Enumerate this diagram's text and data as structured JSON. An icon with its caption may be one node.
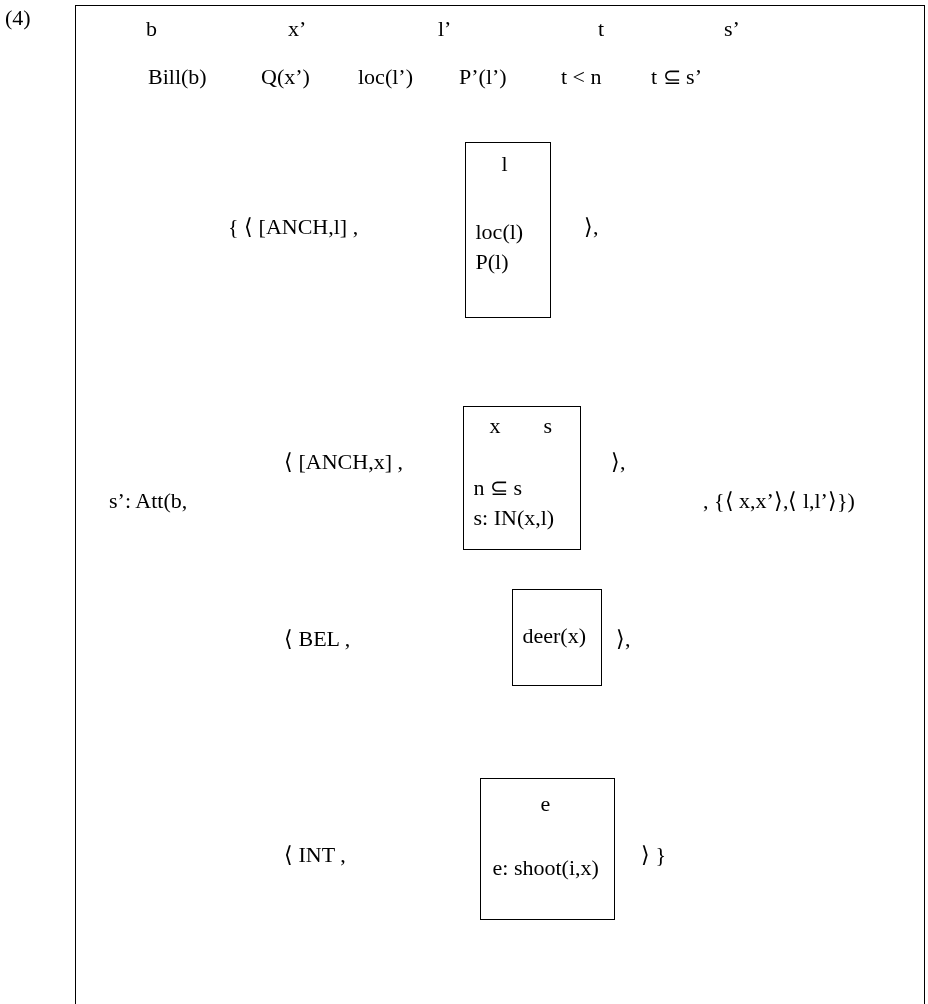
{
  "diagram": {
    "nodes": [
      {
        "text": [
          "b",
          "x’",
          "l’",
          "t",
          "s’",
          "Bill(b)",
          "Q(x’)",
          "loc(l’)",
          "P’(l’)",
          "t < n",
          "t ⊆ s’",
          "{ ⟨ [ANCH,l] ,",
          "⟩,",
          "⟨ [ANCH,x] ,",
          "⟩,",
          "s’: Att(b,",
          ", {⟨ x,x’⟩,⟨ l,l’⟩})",
          "⟨ BEL ,",
          "⟩,",
          "⟨ INT ,",
          "⟩ }"
        ]
      },
      {
        "text": [
          "l",
          "loc(l)",
          "P(l)"
        ],
        "in": 0
      },
      {
        "text": [
          "x",
          "s",
          "n ⊆ s",
          "s: IN(x,l)"
        ],
        "in": 0
      },
      {
        "text": [
          "deer(x)"
        ],
        "in": 0
      },
      {
        "text": [
          "e",
          "e: shoot(i,x)"
        ],
        "in": 0
      }
    ],
    "labels": [
      "(4)"
    ]
  }
}
